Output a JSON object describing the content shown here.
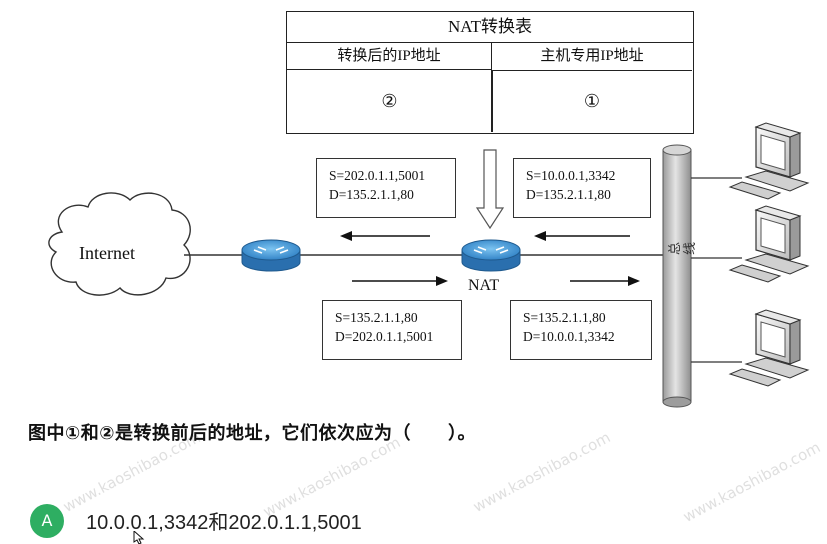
{
  "nat_table": {
    "title": "NAT转换表",
    "col_left": "转换后的IP地址",
    "col_right": "主机专用IP地址",
    "cell_left": "②",
    "cell_right": "①"
  },
  "diagram": {
    "internet_label": "Internet",
    "nat_label": "NAT",
    "bus_label": "总线",
    "packet_top_left": {
      "line1": "S=202.0.1.1,5001",
      "line2": "D=135.2.1.1,80"
    },
    "packet_top_right": {
      "line1": "S=10.0.0.1,3342",
      "line2": "D=135.2.1.1,80"
    },
    "packet_bottom_left": {
      "line1": "S=135.2.1.1,80",
      "line2": "D=202.0.1.1,5001"
    },
    "packet_bottom_right": {
      "line1": "S=135.2.1.1,80",
      "line2": "D=10.0.0.1,3342"
    }
  },
  "question": {
    "text": "图中①和②是转换前后的地址，它们依次应为（　　）。"
  },
  "options": [
    {
      "letter": "A",
      "text": "10.0.0.1,3342和202.0.1.1,5001"
    }
  ],
  "colors": {
    "option_green": "#2eae62",
    "router_blue": "#3a8fd0",
    "bus_gray": "#b8b8b8"
  },
  "watermark": "www.kaoshibao.com"
}
